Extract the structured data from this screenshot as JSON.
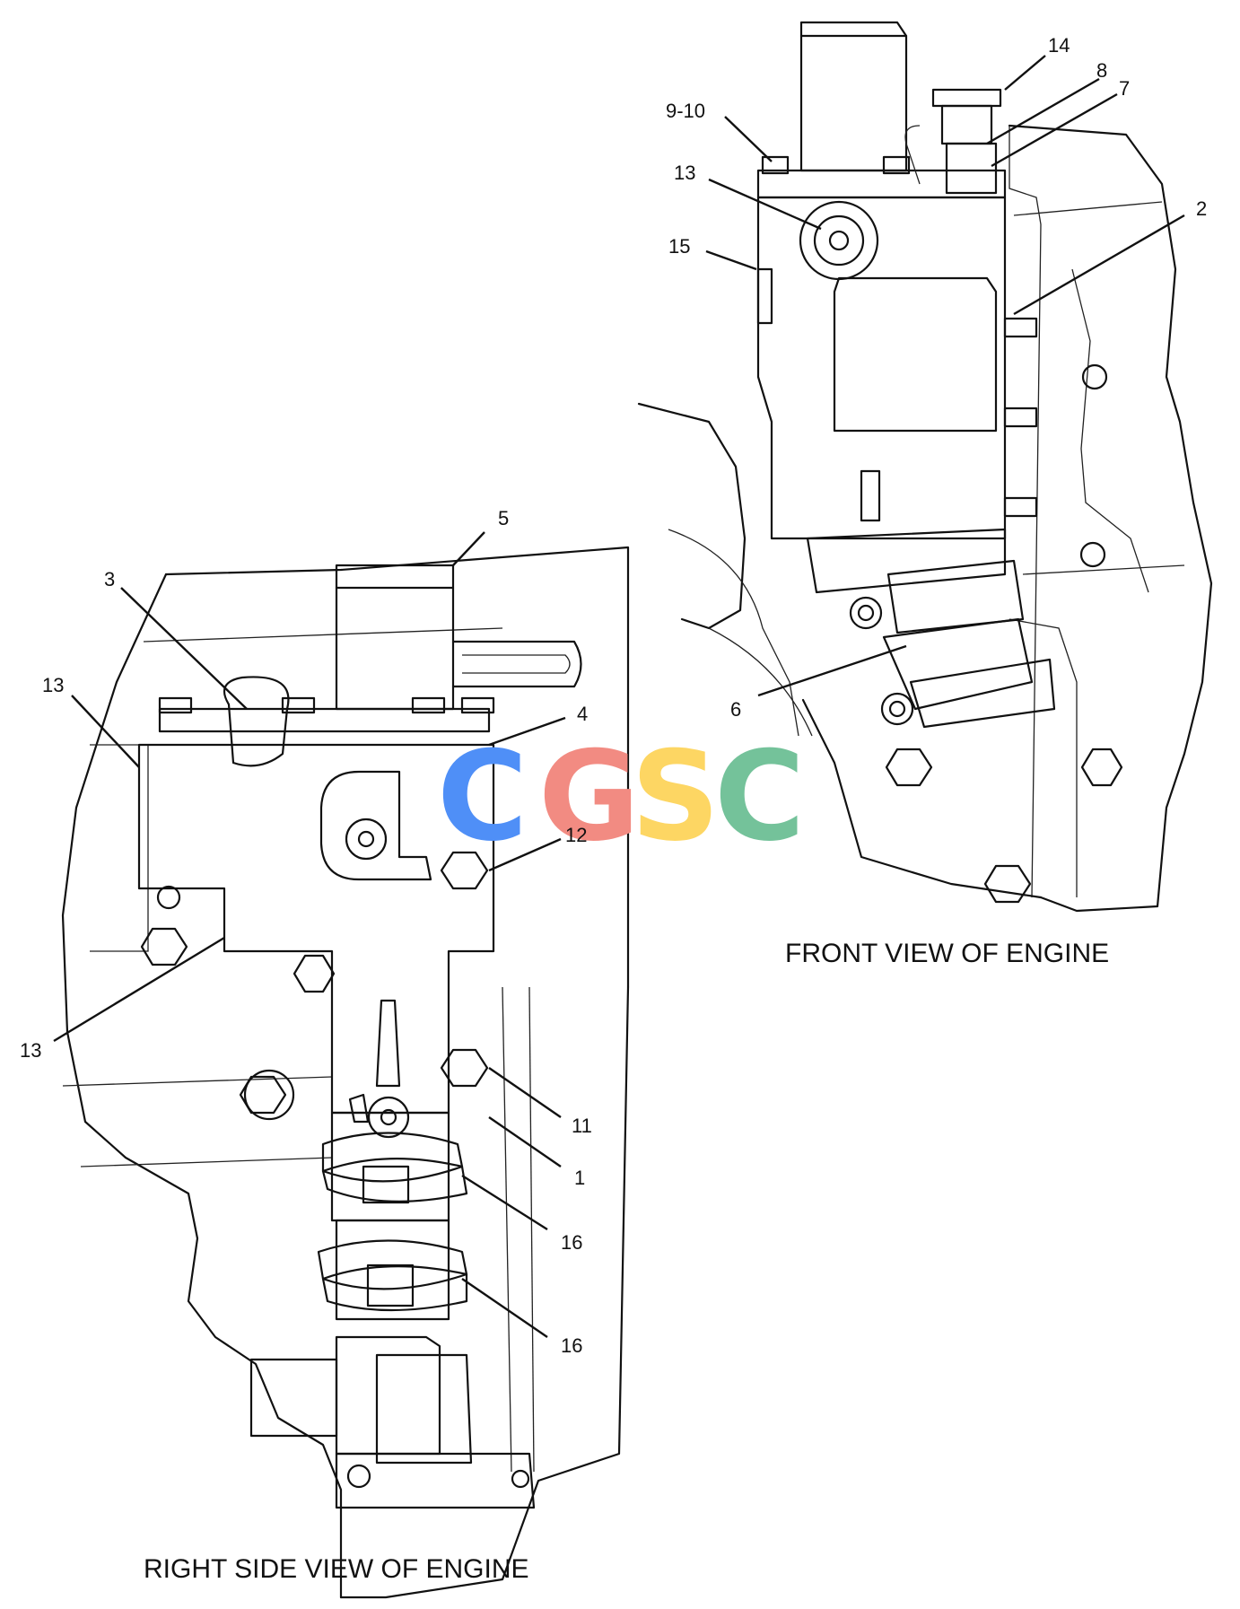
{
  "front_view": {
    "caption": "FRONT VIEW OF ENGINE",
    "callouts": [
      "14",
      "8",
      "7",
      "9-10",
      "13",
      "15",
      "2",
      "6"
    ]
  },
  "side_view": {
    "caption": "RIGHT SIDE VIEW OF ENGINE",
    "callouts": [
      "5",
      "3",
      "4",
      "13",
      "12",
      "13",
      "11",
      "1",
      "16",
      "16"
    ]
  },
  "watermark": {
    "letters": [
      "C",
      "G",
      "S",
      "C"
    ],
    "colors": [
      "#4F8FF7",
      "#F28B82",
      "#FDD663",
      "#74C29A"
    ]
  }
}
